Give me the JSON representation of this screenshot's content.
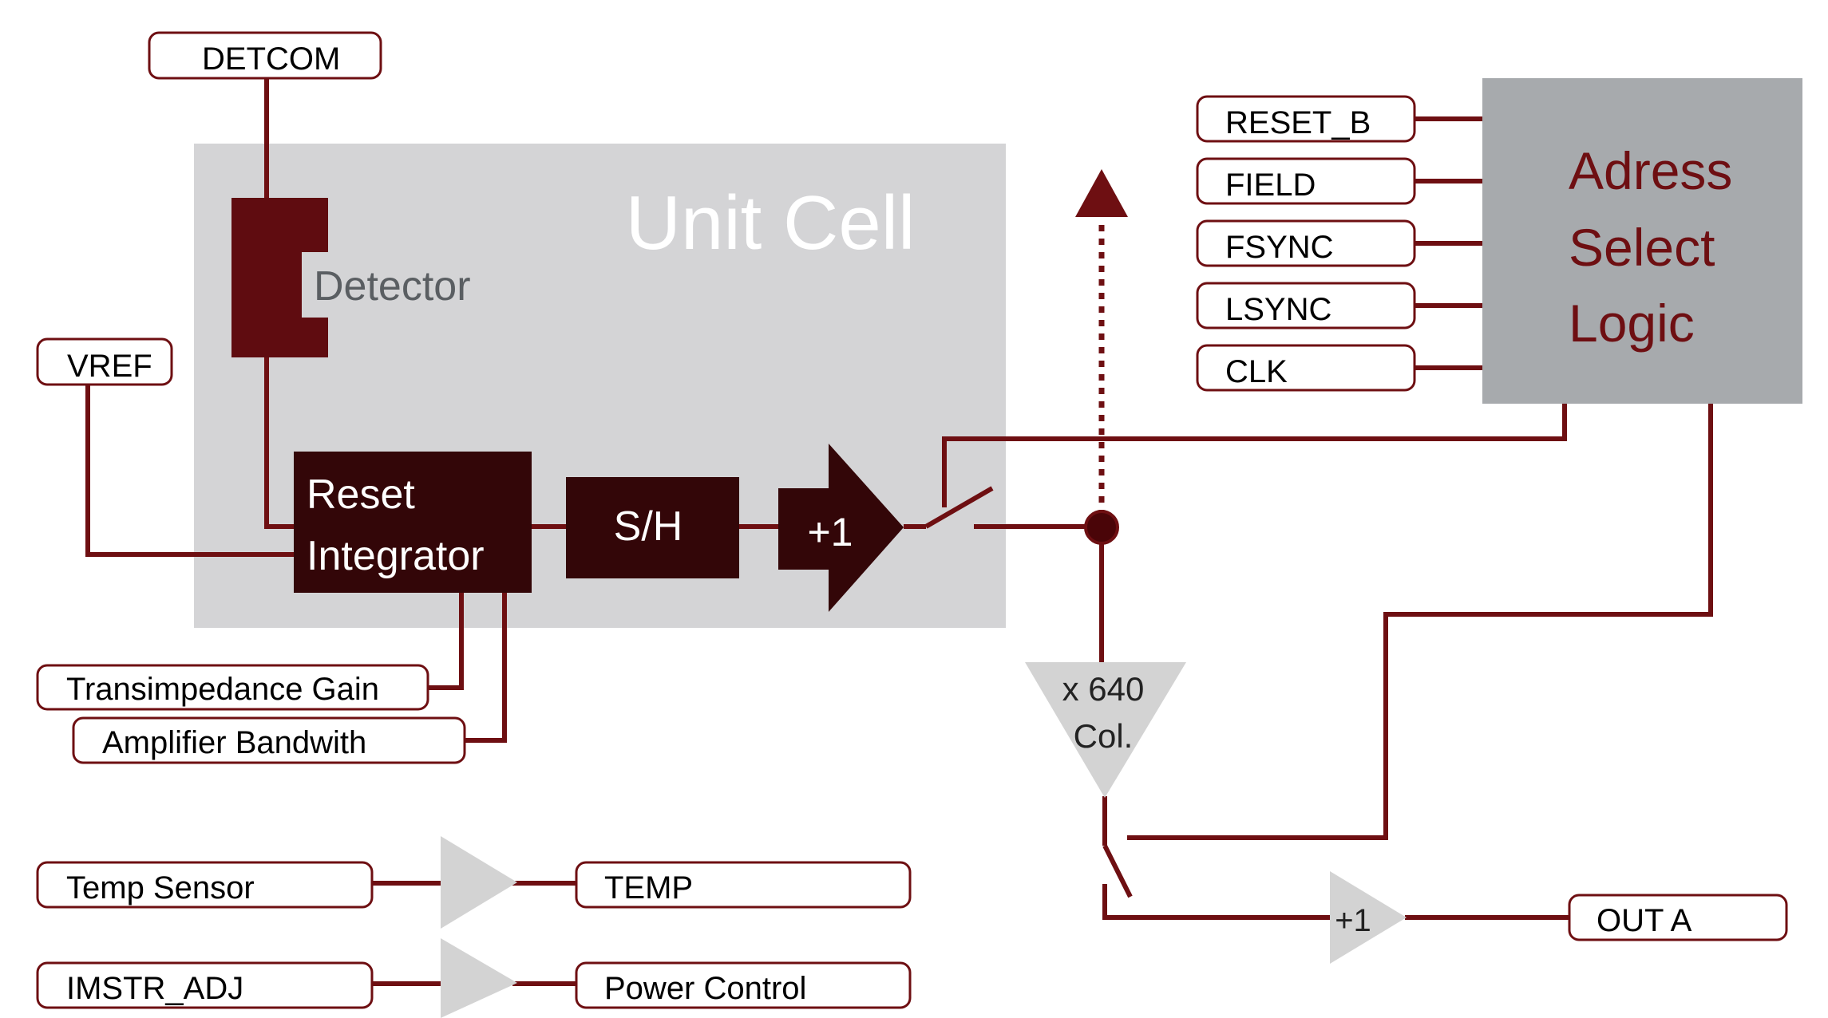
{
  "unit_cell": {
    "title": "Unit Cell",
    "detector": "Detector",
    "reset_integrator_line1": "Reset",
    "reset_integrator_line2": "Integrator",
    "sample_hold": "S/H",
    "buffer": "+1"
  },
  "inputs": {
    "detcom": "DETCOM",
    "vref": "VREF",
    "transimpedance_gain": "Transimpedance Gain",
    "amplifier_bandwidth": "Amplifier Bandwith",
    "temp_sensor": "Temp Sensor",
    "imstr_adj": "IMSTR_ADJ"
  },
  "outputs": {
    "temp": "TEMP",
    "power_control": "Power Control",
    "out_a": "OUT A"
  },
  "address_logic": {
    "signals": [
      "RESET_B",
      "FIELD",
      "FSYNC",
      "LSYNC",
      "CLK"
    ],
    "title_line1": "Adress",
    "title_line2": "Select",
    "title_line3": "Logic"
  },
  "column": {
    "line1": "x 640",
    "line2": "Col."
  },
  "output_buffer": "+1",
  "colors": {
    "wire": "#6e0f12",
    "dark_block": "#330608",
    "detector_fill": "#5f0c10",
    "unit_cell_bg": "#d4d4d6",
    "logic_block": "#a7aaad",
    "gray_triangle": "#d3d3d3",
    "label_text": "#000000",
    "logic_text": "#6e0f12"
  }
}
